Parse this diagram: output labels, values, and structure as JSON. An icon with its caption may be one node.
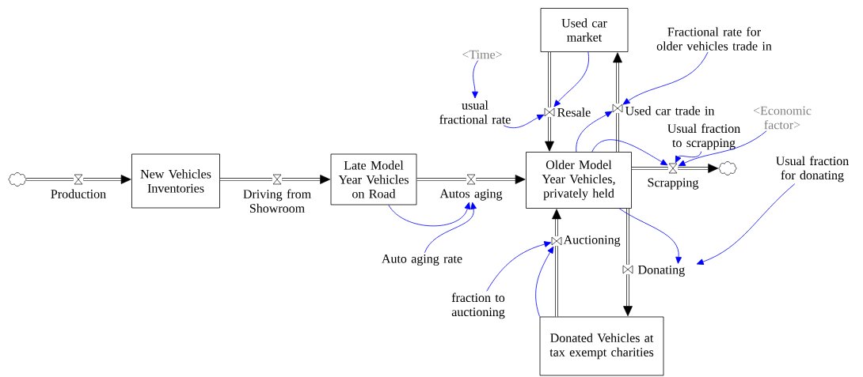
{
  "diagram": {
    "nodes": [
      {
        "text": [],
        "shape": "cloud"
      },
      {
        "text": [
          "Production"
        ]
      },
      {
        "text": [
          "New Vehicles Inventories"
        ]
      },
      {
        "text": [
          "Driving from Showroom"
        ]
      },
      {
        "text": [
          "Late Model Year Vehicles on Road"
        ]
      },
      {
        "text": [
          "Autos aging"
        ]
      },
      {
        "text": [
          "Older Model Year Vehicles, privately held"
        ]
      },
      {
        "text": [
          "Used car market"
        ]
      },
      {
        "text": [
          "Resale"
        ]
      },
      {
        "text": [
          "Used car trade in"
        ]
      },
      {
        "text": [
          "Scrapping"
        ]
      },
      {
        "text": [],
        "shape": "cloud"
      },
      {
        "text": [
          "Donating"
        ]
      },
      {
        "text": [
          "Auctioning"
        ]
      },
      {
        "text": [
          "Donated Vehicles at tax exempt charities"
        ]
      },
      {
        "text": [
          "<Time>"
        ]
      },
      {
        "text": [
          "usual fractional rate"
        ]
      },
      {
        "text": [
          "Fractional rate for older vehicles trade in"
        ]
      },
      {
        "text": [
          "<Economic factor>"
        ]
      },
      {
        "text": [
          "Usual fraction to scrapping"
        ]
      },
      {
        "text": [
          "Usual fraction for donating"
        ]
      },
      {
        "text": [
          "Auto aging rate"
        ]
      },
      {
        "text": [
          "fraction to auctioning"
        ]
      }
    ],
    "edges": [
      {
        "from": 0,
        "to": 1,
        "arrow": "none"
      },
      {
        "from": 1,
        "to": 2,
        "arrow": "to"
      },
      {
        "from": 2,
        "to": 3,
        "arrow": "none"
      },
      {
        "from": 3,
        "to": 4,
        "arrow": "to"
      },
      {
        "from": 4,
        "to": 5,
        "arrow": "none"
      },
      {
        "from": 5,
        "to": 6,
        "arrow": "to"
      },
      {
        "from": 7,
        "to": 8,
        "arrow": "none"
      },
      {
        "from": 8,
        "to": 6,
        "arrow": "to"
      },
      {
        "from": 6,
        "to": 9,
        "arrow": "none"
      },
      {
        "from": 9,
        "to": 7,
        "arrow": "to"
      },
      {
        "from": 6,
        "to": 10,
        "arrow": "none"
      },
      {
        "from": 10,
        "to": 11,
        "arrow": "to"
      },
      {
        "from": 6,
        "to": 12,
        "arrow": "none"
      },
      {
        "from": 12,
        "to": 14,
        "arrow": "to"
      },
      {
        "from": 14,
        "to": 13,
        "arrow": "none"
      },
      {
        "from": 13,
        "to": 6,
        "arrow": "to"
      },
      {
        "from": 15,
        "to": 16,
        "arrow": "to",
        "color": "#0000ff"
      },
      {
        "from": 16,
        "to": 8,
        "arrow": "to",
        "color": "#0000ff"
      },
      {
        "from": 7,
        "to": 8,
        "arrow": "to",
        "color": "#0000ff"
      },
      {
        "from": 17,
        "to": 9,
        "arrow": "to",
        "color": "#0000ff"
      },
      {
        "from": 6,
        "to": 9,
        "arrow": "to",
        "color": "#0000ff"
      },
      {
        "from": 6,
        "to": 10,
        "arrow": "to",
        "color": "#0000ff"
      },
      {
        "from": 19,
        "to": 10,
        "arrow": "to",
        "color": "#0000ff"
      },
      {
        "from": 18,
        "to": 10,
        "arrow": "to",
        "color": "#0000ff"
      },
      {
        "from": 6,
        "to": 12,
        "arrow": "to",
        "color": "#0000ff"
      },
      {
        "from": 20,
        "to": 12,
        "arrow": "to",
        "color": "#0000ff"
      },
      {
        "from": 4,
        "to": 5,
        "arrow": "to",
        "color": "#0000ff"
      },
      {
        "from": 21,
        "to": 5,
        "arrow": "to",
        "color": "#0000ff"
      },
      {
        "from": 22,
        "to": 13,
        "arrow": "to",
        "color": "#0000ff"
      },
      {
        "from": 14,
        "to": 13,
        "arrow": "to",
        "color": "#0000ff"
      }
    ]
  }
}
